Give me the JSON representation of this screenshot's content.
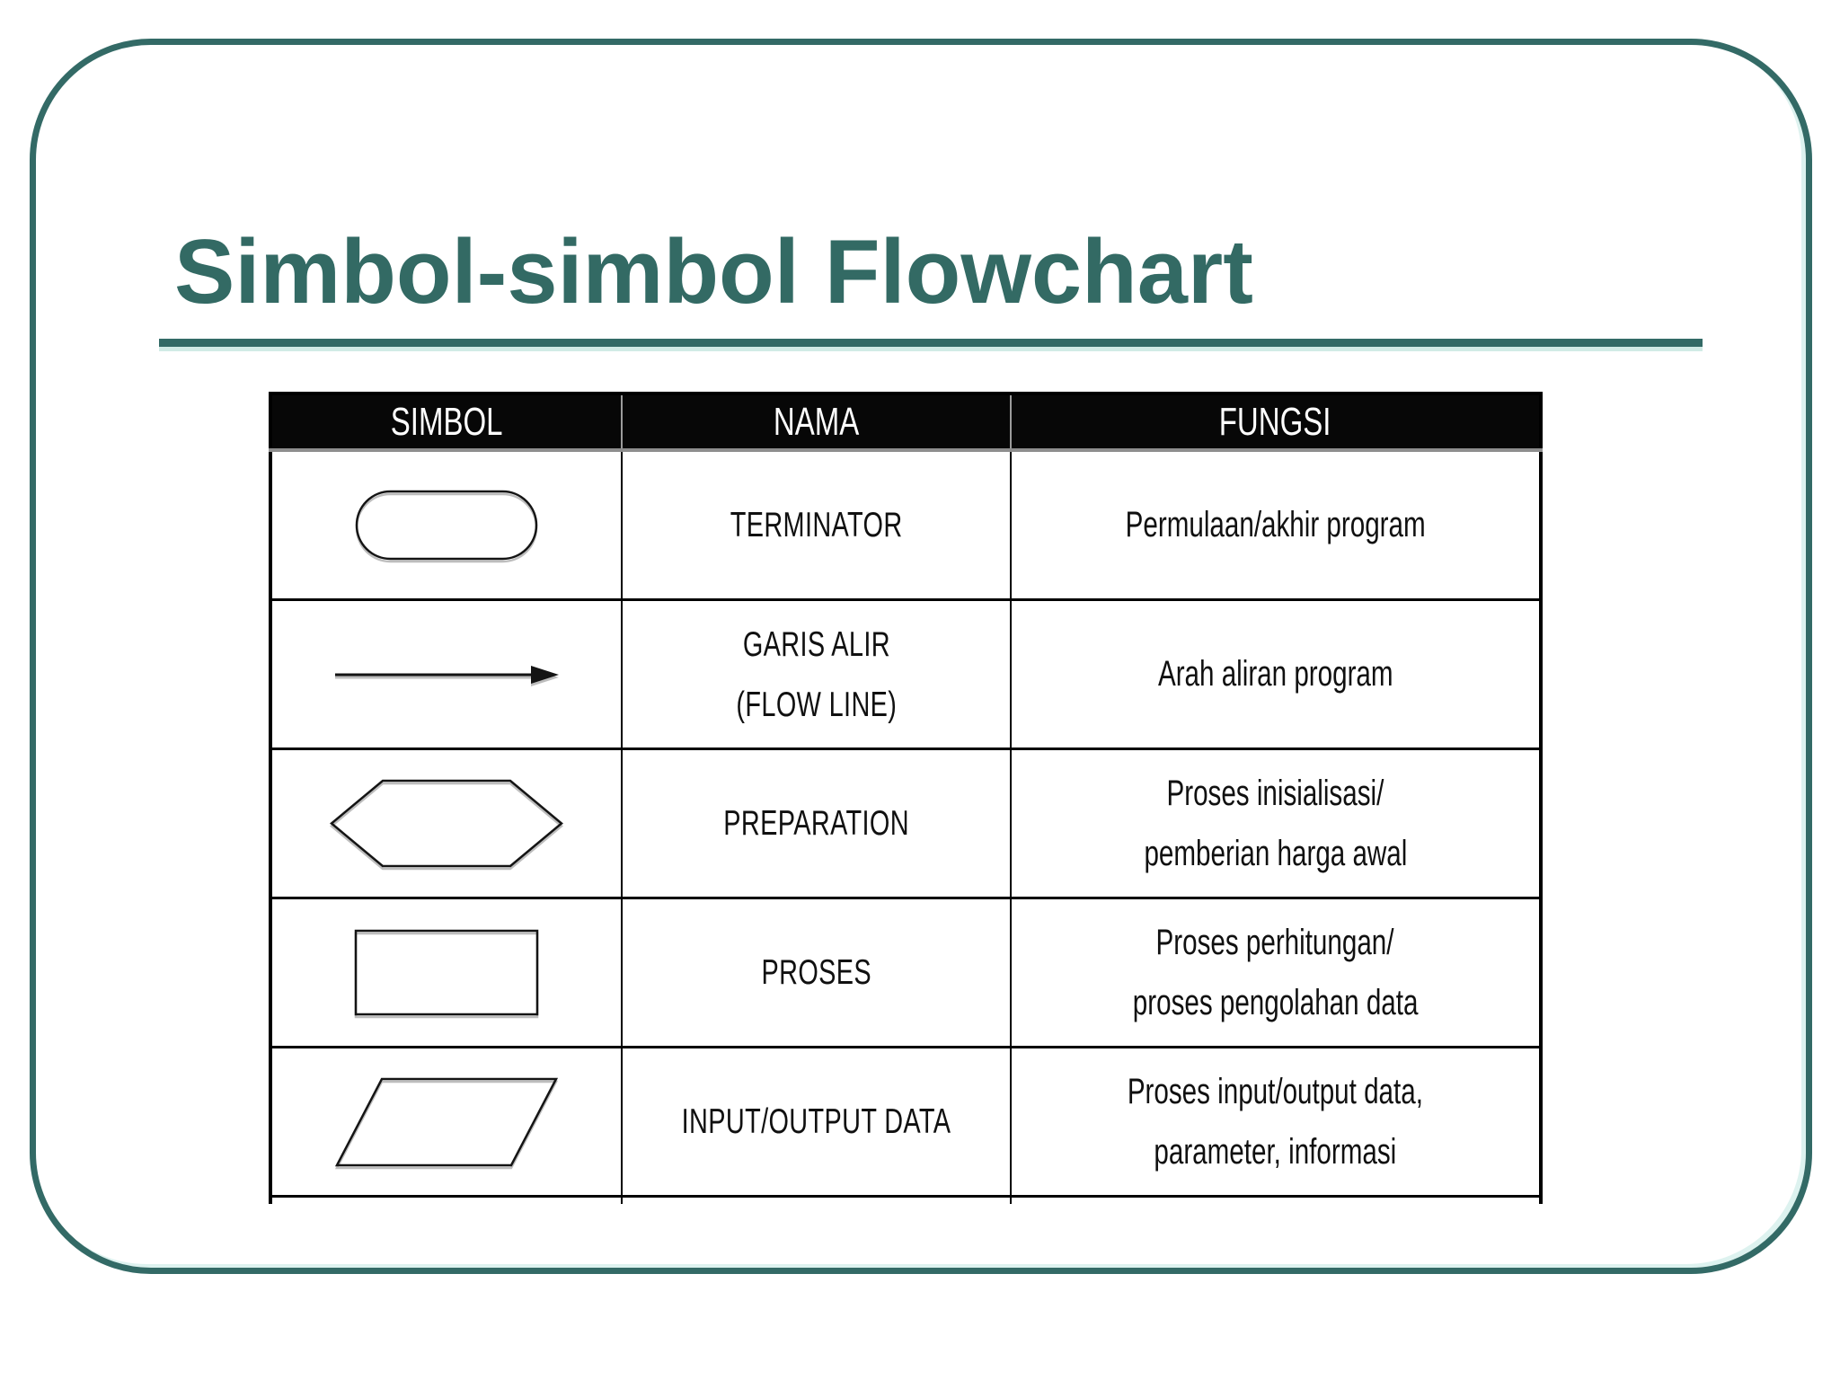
{
  "slide": {
    "title": "Simbol-simbol Flowchart"
  },
  "colors": {
    "accent_teal": "#336A66",
    "title_teal": "#336A64",
    "halo_light_cyan": "#D2EEE9",
    "header_bg": "#070707",
    "header_text": "#FFFFFF",
    "body_text": "#101010"
  },
  "table": {
    "headers": [
      "SIMBOL",
      "NAMA",
      "FUNGSI"
    ],
    "rows": [
      {
        "symbol": "terminator-shape",
        "nama": [
          "TERMINATOR"
        ],
        "fungsi": [
          "Permulaan/akhir program"
        ]
      },
      {
        "symbol": "flow-line-arrow",
        "nama": [
          "GARIS ALIR",
          "(FLOW LINE)"
        ],
        "fungsi": [
          "Arah aliran program"
        ]
      },
      {
        "symbol": "preparation-hexagon",
        "nama": [
          "PREPARATION"
        ],
        "fungsi": [
          "Proses inisialisasi/",
          "pemberian harga awal"
        ]
      },
      {
        "symbol": "process-rectangle",
        "nama": [
          "PROSES"
        ],
        "fungsi": [
          "Proses perhitungan/",
          "proses pengolahan data"
        ]
      },
      {
        "symbol": "input-output-parallelogram",
        "nama": [
          "INPUT/OUTPUT DATA"
        ],
        "fungsi": [
          "Proses input/output data,",
          "parameter, informasi"
        ]
      }
    ]
  }
}
